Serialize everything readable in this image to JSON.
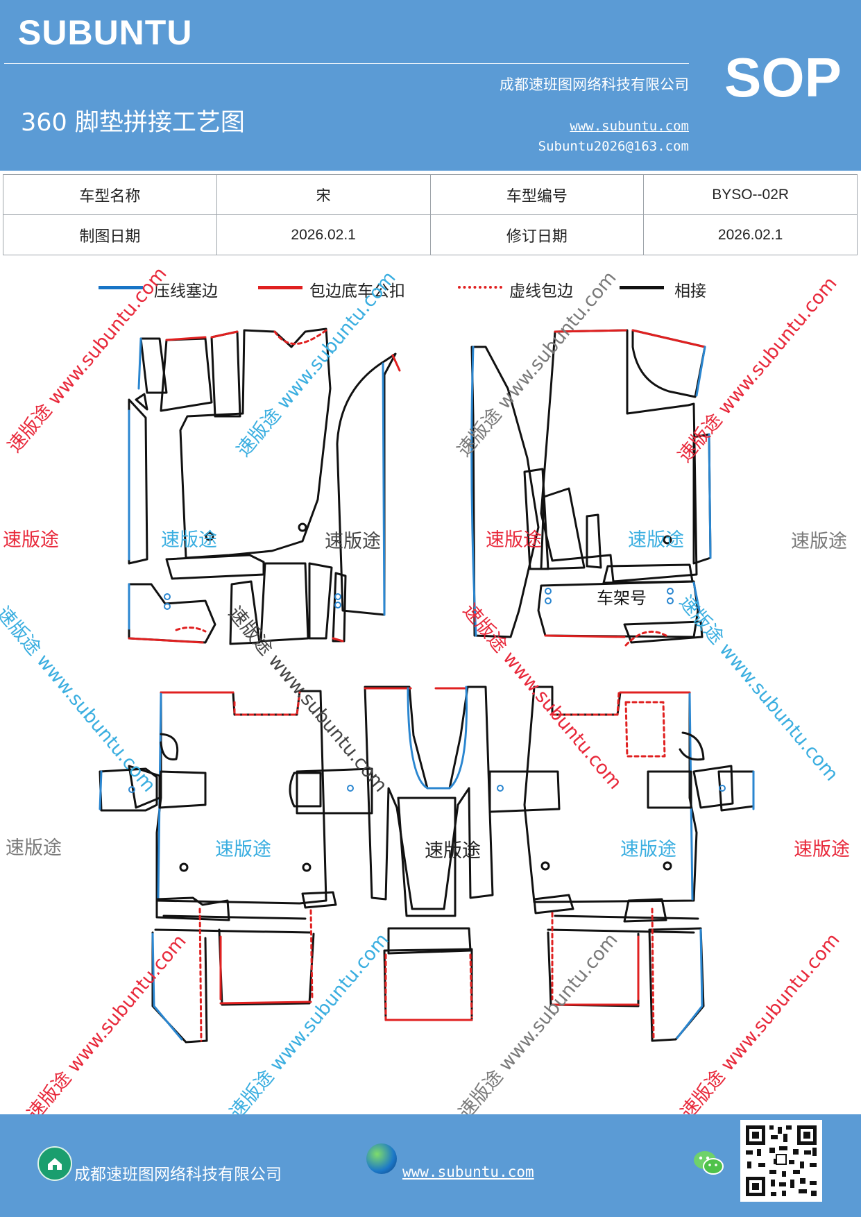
{
  "header": {
    "brand": "SUBUNTU",
    "company": "成都速班图网络科技有限公司",
    "title": "360 脚垫拼接工艺图",
    "url": "www.subuntu.com",
    "email": "Subuntu2026@163.com",
    "badge": "SOP",
    "background_color": "#5b9bd5"
  },
  "info_table": {
    "rows": [
      [
        {
          "label": "车型名称",
          "value": "宋"
        },
        {
          "label": "车型编号",
          "value": "BYSO--02R"
        }
      ],
      [
        {
          "label": "制图日期",
          "value": "2026.02.1"
        },
        {
          "label": "修订日期",
          "value": "2026.02.1"
        }
      ]
    ]
  },
  "legend": [
    {
      "label": "压线塞边",
      "color": "#1874c6",
      "style": "solid"
    },
    {
      "label": "包边底车公扣",
      "color": "#e02020",
      "style": "solid"
    },
    {
      "label": "虚线包边",
      "color": "#e02020",
      "style": "dotted"
    },
    {
      "label": "相接",
      "color": "#111111",
      "style": "solid"
    }
  ],
  "watermarks": {
    "brand_text": "速版途",
    "url_text": "速版途 www.subuntu.com",
    "colors": {
      "red": "#e8283a",
      "blue": "#3aaee0",
      "gray": "#7a7a7a"
    }
  },
  "diagram": {
    "frame_label": "车架号",
    "line_colors": {
      "outline": "#111111",
      "press": "#2a86d0",
      "wrap": "#e02020"
    }
  },
  "footer": {
    "company": "成都速班图网络科技有限公司",
    "url": "www.subuntu.com",
    "home_icon": "home-icon",
    "globe_icon": "globe-icon",
    "wechat_icon": "wechat-icon",
    "qr_icon": "qr-code-icon"
  }
}
